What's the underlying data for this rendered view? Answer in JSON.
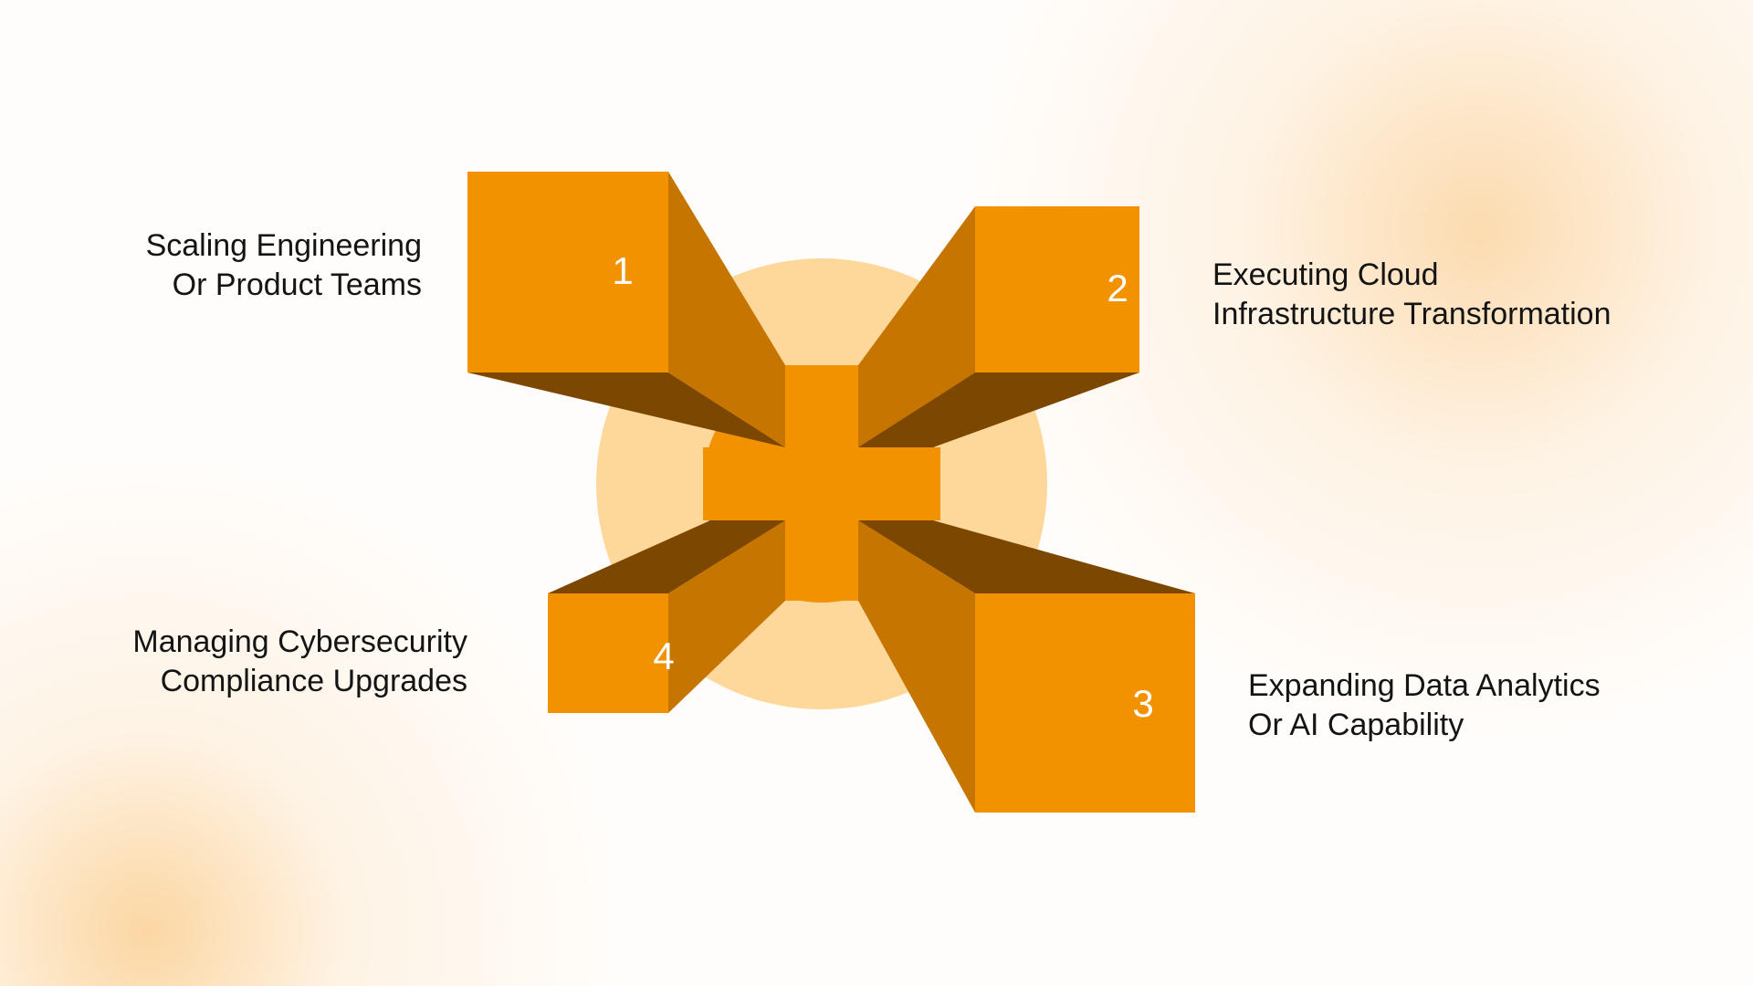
{
  "colors": {
    "box_front": "#f39200",
    "box_side": "#c67500",
    "box_dark": "#7c4700",
    "center_ring": "#fdd89a",
    "center_cross": "#f39200",
    "number_text": "#ffffff",
    "label_text": "#141414"
  },
  "items": [
    {
      "number": "1",
      "line1": "Scaling Engineering",
      "line2": "Or Product Teams"
    },
    {
      "number": "2",
      "line1": "Executing Cloud",
      "line2": "Infrastructure Transformation"
    },
    {
      "number": "3",
      "line1": "Expanding Data Analytics",
      "line2": "Or AI Capability"
    },
    {
      "number": "4",
      "line1": "Managing Cybersecurity",
      "line2": "Compliance Upgrades"
    }
  ]
}
